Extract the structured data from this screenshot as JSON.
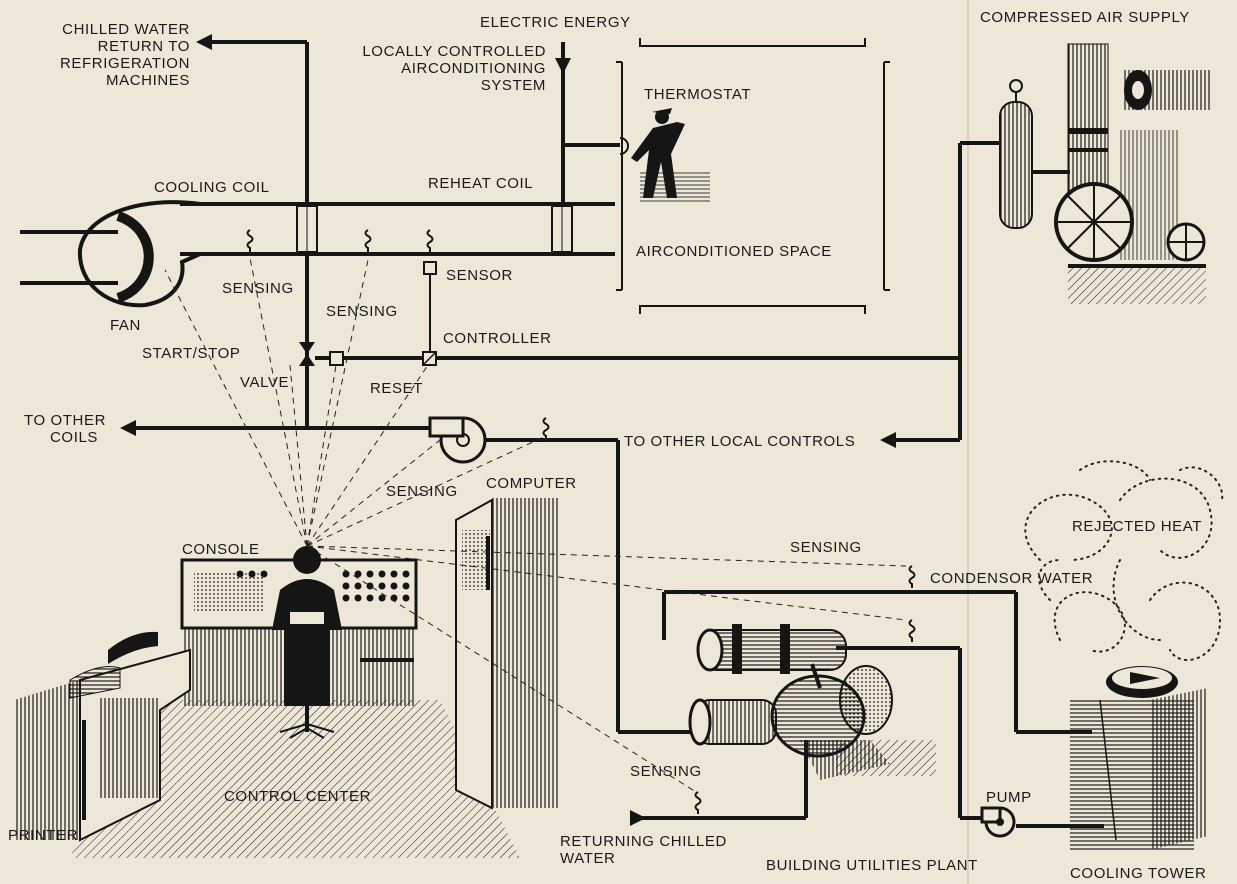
{
  "labels": {
    "chilled_water_return_1": "CHILLED WATER",
    "chilled_water_return_2": "RETURN TO",
    "chilled_water_return_3": "REFRIGERATION",
    "chilled_water_return_4": "MACHINES",
    "electric_energy": "ELECTRIC ENERGY",
    "locally_controlled_1": "LOCALLY CONTROLLED",
    "locally_controlled_2": "AIRCONDITIONING",
    "locally_controlled_3": "SYSTEM",
    "thermostat": "THERMOSTAT",
    "compressed_air_supply": "COMPRESSED AIR SUPPLY",
    "cooling_coil": "COOLING COIL",
    "reheat_coil": "REHEAT COIL",
    "airconditioned_space": "AIRCONDITIONED SPACE",
    "sensing_1": "SENSING",
    "sensing_2": "SENSING",
    "sensing_3": "SENSING",
    "sensing_4": "SENSING",
    "sensing_5": "SENSING",
    "sensor": "SENSOR",
    "fan": "FAN",
    "start_stop": "START/STOP",
    "controller": "CONTROLLER",
    "valve": "VALVE",
    "reset": "RESET",
    "to_other_coils_1": "TO OTHER",
    "to_other_coils_2": "COILS",
    "to_other_local_controls": "TO OTHER LOCAL CONTROLS",
    "computer": "COMPUTER",
    "console": "CONSOLE",
    "rejected_heat": "REJECTED HEAT",
    "condensor_water": "CONDENSOR WATER",
    "pump": "PUMP",
    "control_center": "CONTROL CENTER",
    "printer": "PRINTER",
    "returning_chilled_1": "RETURNING CHILLED",
    "returning_chilled_2": "WATER",
    "building_utilities_plant": "BUILDING UTILITIES PLANT",
    "cooling_tower": "COOLING TOWER"
  },
  "colors": {
    "paper": "#ede7d7",
    "ink": "#151515"
  }
}
